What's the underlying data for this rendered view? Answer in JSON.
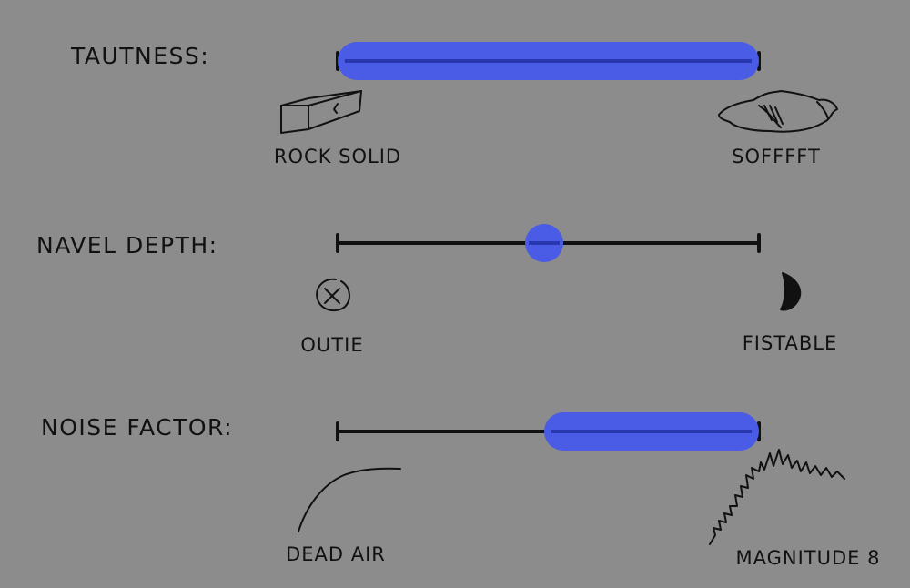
{
  "colors": {
    "background": "#8c8c8c",
    "accent": "#4a5be6",
    "ink": "#111111"
  },
  "sliders": [
    {
      "label": "TAUTNESS:",
      "min_caption": "ROCK SOLID",
      "max_caption": "SOFFFFT",
      "min_icon": "brick-icon",
      "max_icon": "pillow-icon",
      "selection": {
        "type": "range",
        "from": 0.0,
        "to": 1.0
      }
    },
    {
      "label": "NAVEL DEPTH:",
      "min_caption": "OUTIE",
      "max_caption": "FISTABLE",
      "min_icon": "outie-navel-icon",
      "max_icon": "deep-navel-icon",
      "selection": {
        "type": "point",
        "value": 0.49
      }
    },
    {
      "label": "NOISE FACTOR:",
      "min_caption": "DEAD AIR",
      "max_caption": "MAGNITUDE 8",
      "min_icon": "flat-curve-icon",
      "max_icon": "noise-squiggle-icon",
      "selection": {
        "type": "range",
        "from": 0.49,
        "to": 1.0
      }
    }
  ]
}
